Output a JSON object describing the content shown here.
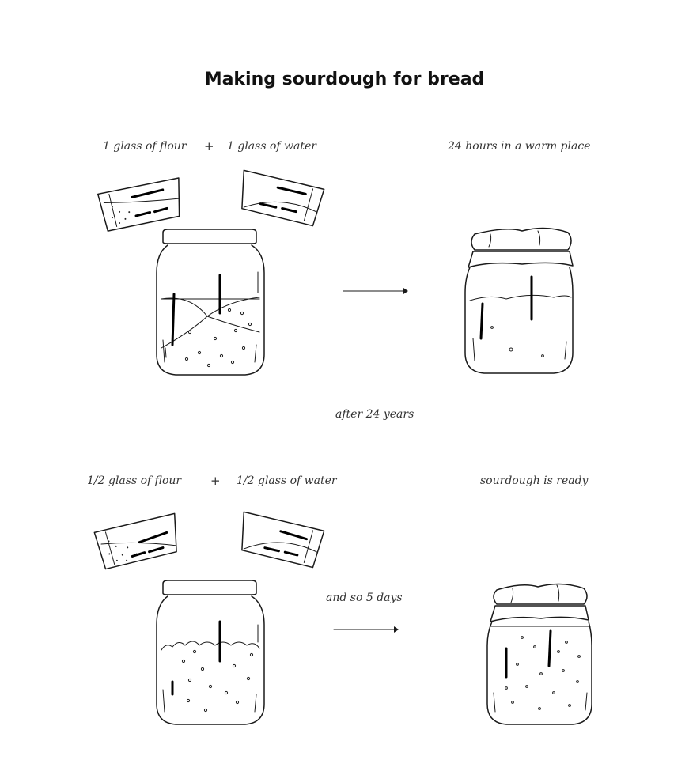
{
  "title": "Making sourdough for bread",
  "step1": {
    "flour_label": "1 glass of flour",
    "plus": "+",
    "water_label": "1 glass of water",
    "result_label": "24 hours in a warm place"
  },
  "middle_label": "after 24 years",
  "step2": {
    "flour_label": "1/2 glass of flour",
    "plus": "+",
    "water_label": "1/2 glass of water",
    "repeat_label": "and so 5 days",
    "result_label": "sourdough is ready"
  },
  "colors": {
    "ink": "#1a1a1a",
    "background": "#ffffff"
  },
  "icons": [
    "glass-of-flour-icon",
    "glass-of-water-icon",
    "open-jar-icon",
    "covered-jar-icon",
    "arrow-right-icon"
  ]
}
